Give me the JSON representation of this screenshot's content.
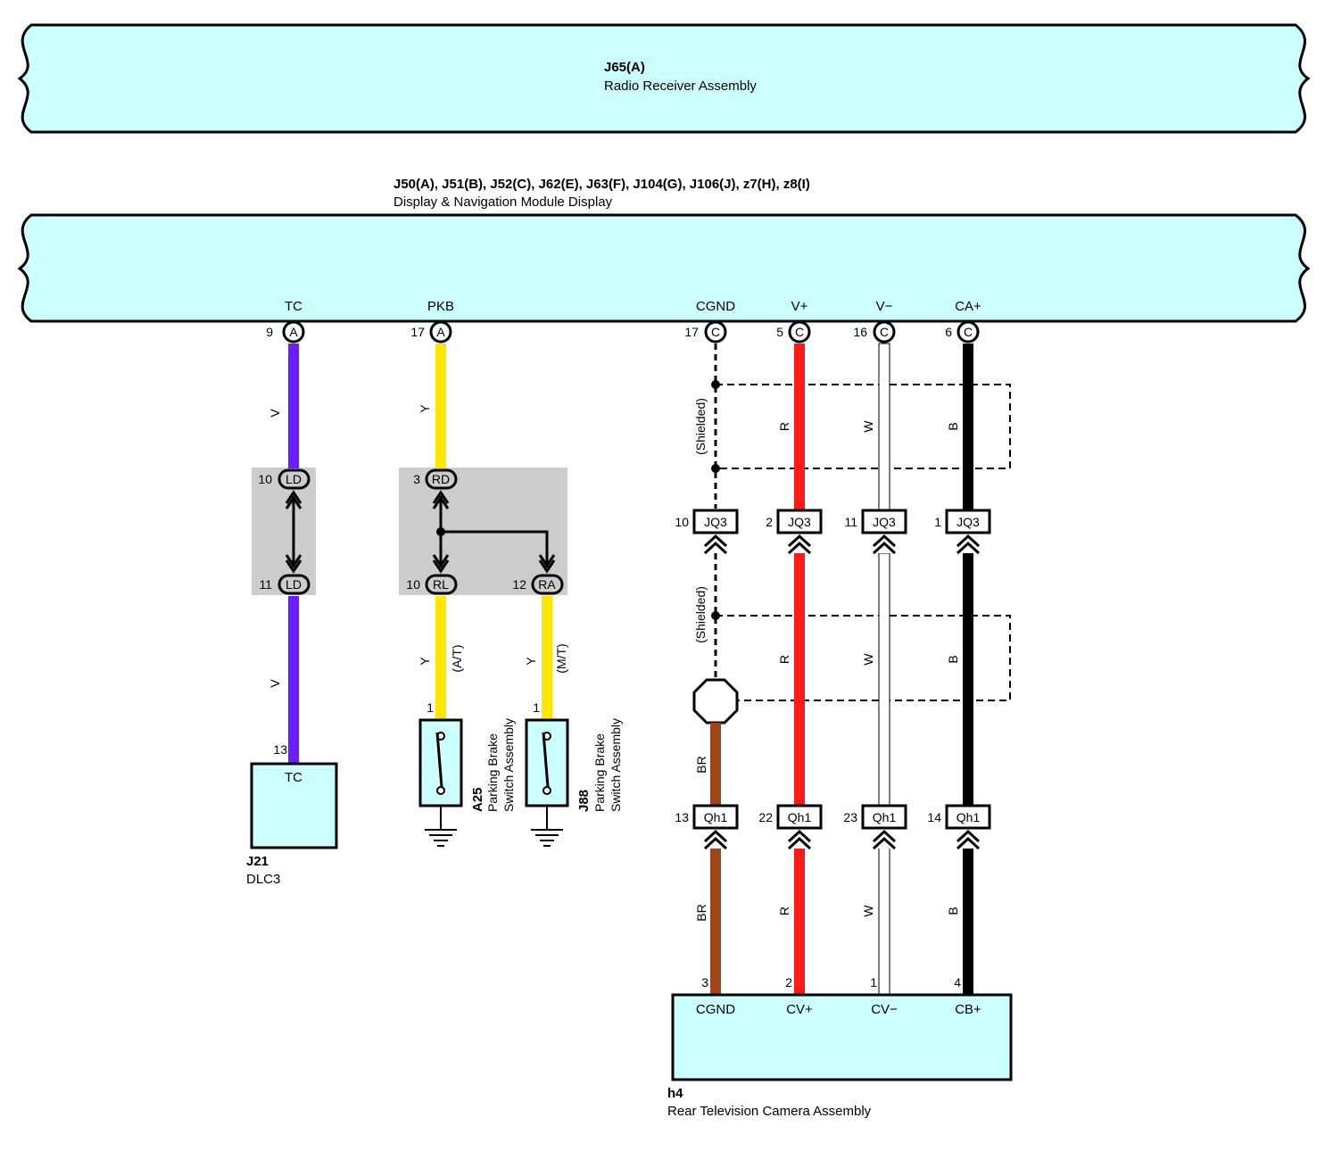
{
  "radio": {
    "code": "J65(A)",
    "name": "Radio Receiver Assembly"
  },
  "display": {
    "code": "J50(A), J51(B), J52(C), J62(E), J63(F), J104(G), J106(J), z7(H), z8(I)",
    "name": "Display & Navigation Module Display",
    "terminals": [
      {
        "name": "TC",
        "pin": "9",
        "conn": "A"
      },
      {
        "name": "PKB",
        "pin": "17",
        "conn": "A"
      },
      {
        "name": "CGND",
        "pin": "17",
        "conn": "C"
      },
      {
        "name": "V+",
        "pin": "5",
        "conn": "C"
      },
      {
        "name": "V−",
        "pin": "16",
        "conn": "C"
      },
      {
        "name": "CA+",
        "pin": "6",
        "conn": "C"
      }
    ]
  },
  "colors": {
    "V": "#6a1fff",
    "Y": "#ffe600",
    "R": "#ff1a1a",
    "W": "#ffffff",
    "B": "#000000",
    "BR": "#a0451a",
    "component_fill": "#ccffff",
    "junction_fill": "#cccccc"
  },
  "tc_circuit": {
    "wire_color": "V",
    "junction_top": {
      "pin": "10",
      "label": "LD"
    },
    "junction_bottom": {
      "pin": "11",
      "label": "LD"
    },
    "dlc_pin": "13",
    "dlc_terminal": "TC",
    "dlc_code": "J21",
    "dlc_name": "DLC3"
  },
  "pkb_circuit": {
    "wire_color": "Y",
    "junction_top": {
      "pin": "3",
      "label": "RD"
    },
    "junction_left": {
      "pin": "10",
      "label": "RL"
    },
    "junction_right": {
      "pin": "12",
      "label": "RA"
    },
    "note_left": "(A/T)",
    "note_right": "(M/T)",
    "switch_left": {
      "pin": "1",
      "code": "A25",
      "name_line1": "Parking Brake",
      "name_line2": "Switch Assembly"
    },
    "switch_right": {
      "pin": "1",
      "code": "J88",
      "name_line1": "Parking Brake",
      "name_line2": "Switch Assembly"
    }
  },
  "camera_circuit": {
    "shielded_label": "(Shielded)",
    "connector1": "JQ3",
    "connector2": "Qh1",
    "wires": [
      {
        "color": "",
        "jq3_pin": "10",
        "qh1_pin": "13",
        "lower_color": "BR",
        "cam_pin": "3",
        "cam_terminal": "CGND"
      },
      {
        "color": "R",
        "jq3_pin": "2",
        "qh1_pin": "22",
        "lower_color": "R",
        "cam_pin": "2",
        "cam_terminal": "CV+"
      },
      {
        "color": "W",
        "jq3_pin": "11",
        "qh1_pin": "23",
        "lower_color": "W",
        "cam_pin": "1",
        "cam_terminal": "CV−"
      },
      {
        "color": "B",
        "jq3_pin": "1",
        "qh1_pin": "14",
        "lower_color": "B",
        "cam_pin": "4",
        "cam_terminal": "CB+"
      }
    ],
    "ground_wire_color": "BR",
    "camera_code": "h4",
    "camera_name": "Rear Television Camera Assembly"
  }
}
